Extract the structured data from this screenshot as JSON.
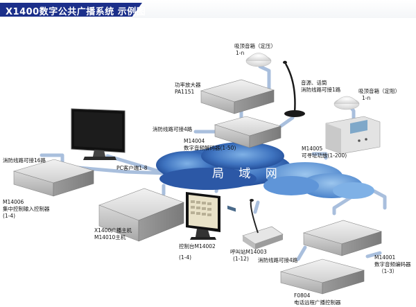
{
  "title": "X1400数字公共广播系统 示例图",
  "cloud_label": "局 域 网",
  "labels": {
    "ceiling_speaker_1_name": "吸顶音箱（定压）",
    "ceiling_speaker_1_count": "1-n",
    "ceiling_speaker_2_name": "吸顶音箱（定阻）",
    "ceiling_speaker_2_count": "1-n",
    "amplifier_name": "功率放大器",
    "amplifier_model": "PA1151",
    "audio_source_line1": "音源、话筒",
    "audio_source_line2": "消防线路可接1路",
    "decoder_fire": "消防线路可接4路",
    "decoder_line1": "M14004",
    "decoder_line2": "数字音频解码器(1-50)",
    "addr_amp_line1": "M14005",
    "addr_amp_line2": "可寻址功放(1-200)",
    "pc_client": "PC客户端1-8",
    "input_ctrl_fire": "消防线路可接16路",
    "input_ctrl_line1": "M14006",
    "input_ctrl_line2": "集中控制输入控制器",
    "input_ctrl_line3": "(1-4)",
    "host_line1": "X1400广播主机",
    "host_line2": "M14010主机",
    "console_line1": "控制台M14002",
    "console_line2": "(1-4)",
    "paging_line1": "呼叫站M14003",
    "paging_line2": "(1-12)",
    "encoder_fire": "消防线路可接4路",
    "encoder_line1": "M14001",
    "encoder_line2": "数字音频编码器",
    "encoder_line3": "（1-3）",
    "phone_line1": "F0804",
    "phone_line2": "电话远程广播控制器"
  },
  "colors": {
    "header_bar": "#1b2f8a",
    "cable": "#a9bfdd",
    "cloud_dark": "#2c58a6",
    "cloud_mid": "#4d86cc",
    "cloud_light": "#7fb1e6"
  }
}
